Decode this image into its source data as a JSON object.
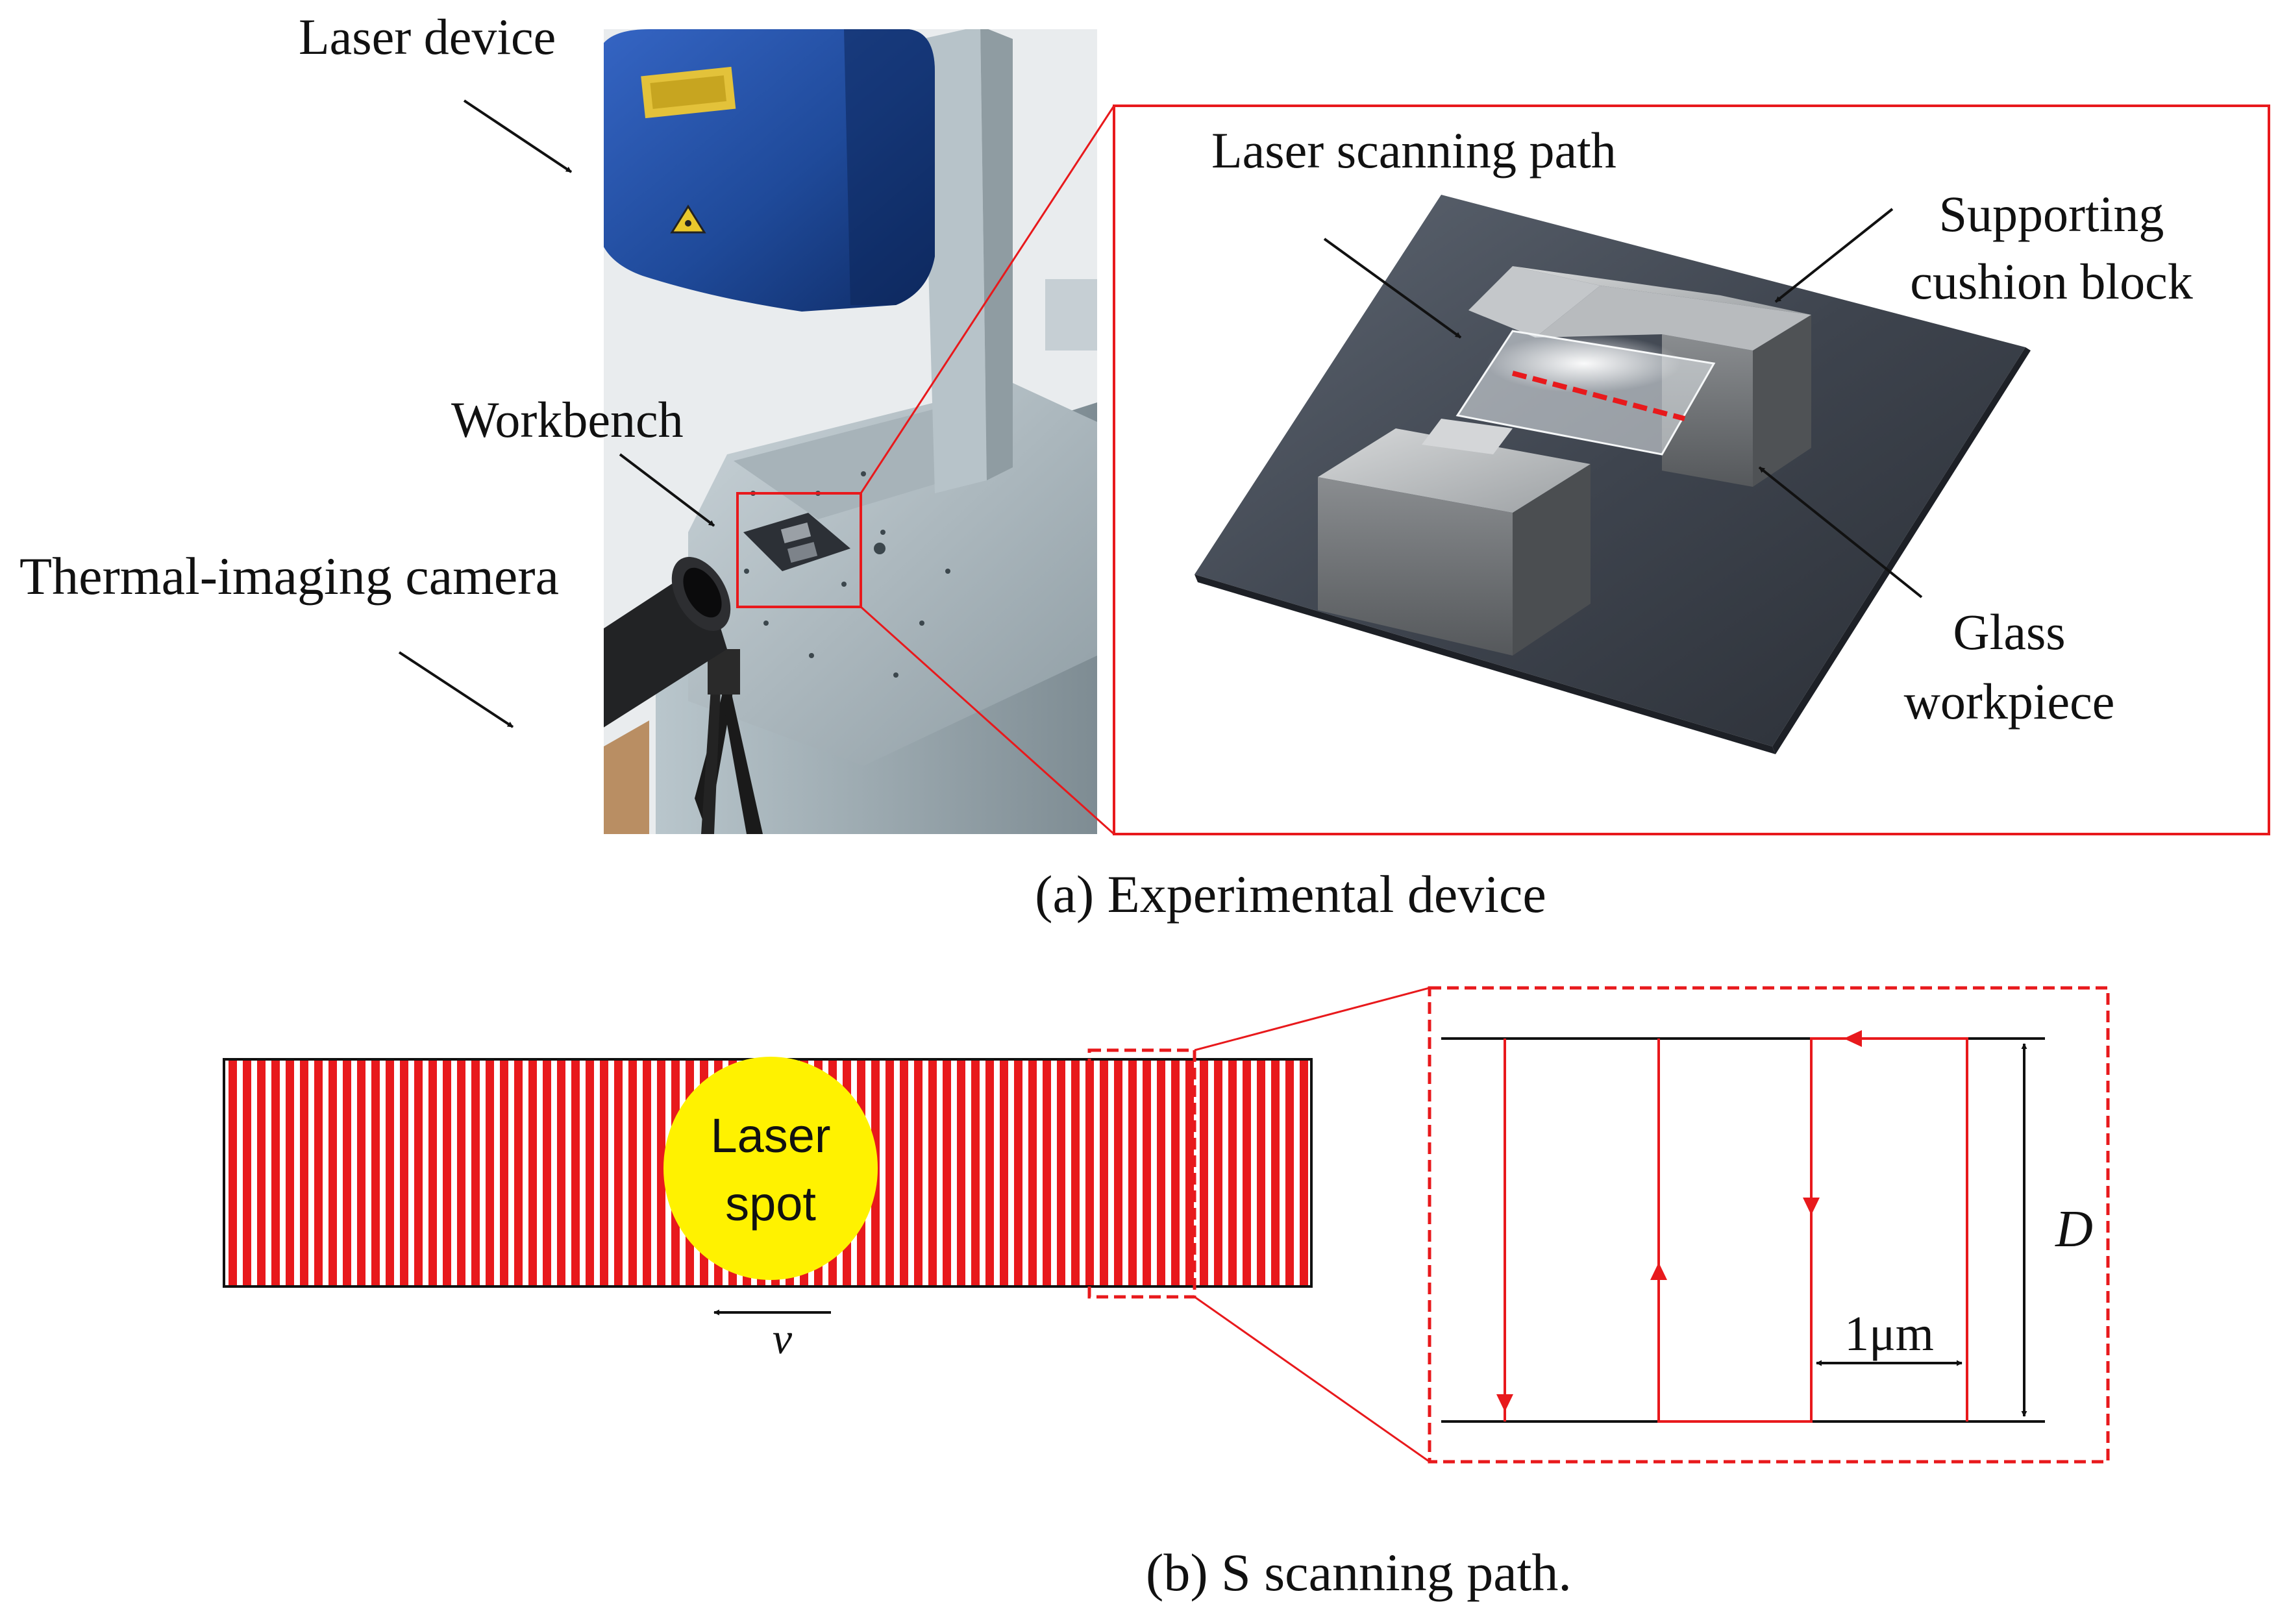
{
  "panel_a": {
    "labels": {
      "laser_device": "Laser device",
      "workbench": "Workbench",
      "thermal_camera": "Thermal-imaging camera",
      "laser_scanning_path": "Laser scanning path",
      "supporting_line1": "Supporting",
      "supporting_line2": "cushion block",
      "glass_line1": "Glass",
      "glass_line2": "workpiece"
    },
    "caption": "(a) Experimental device"
  },
  "panel_b": {
    "laser_spot_line1": "Laser",
    "laser_spot_line2": "spot",
    "velocity_label": "v",
    "spacing_label": "1μm",
    "distance_label": "D",
    "caption": "(b) S scanning path."
  },
  "colors": {
    "accent_red": "#e8191c",
    "laser_spot_yellow": "#fff200",
    "device_blue": "#1f4a9a"
  }
}
